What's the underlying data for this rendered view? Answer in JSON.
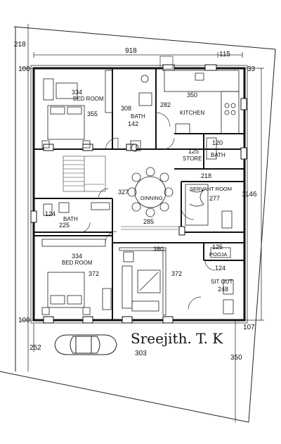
{
  "outer_dims": {
    "top_left": "218",
    "top_width": "918",
    "top_right_gap": "115",
    "left_top": "100",
    "right_top": "33",
    "right_height": "1146",
    "left_bottom": "100",
    "right_bottom": "107",
    "bottom_left": "252",
    "bottom_mid": "303",
    "bottom_right": "350"
  },
  "rooms": {
    "bed_room_1": {
      "name": "BED ROOM",
      "w": "334",
      "h": "355"
    },
    "bath_1": {
      "name": "BATH",
      "w": "308",
      "h": "142"
    },
    "kitchen": {
      "name": "KITCHEN",
      "w": "350",
      "h": "282"
    },
    "store": {
      "name": "STORE",
      "w": "125"
    },
    "bath_2": {
      "name": "BATH",
      "w": "120"
    },
    "dinning": {
      "name": "DINNING",
      "w": "327",
      "h": "285"
    },
    "servant_room": {
      "name": "SERVANT ROOM",
      "w": "218",
      "h": "277"
    },
    "bath_3": {
      "name": "BATH",
      "w": "124",
      "h": "225"
    },
    "bed_room_2": {
      "name": "BED ROOM",
      "w": "334",
      "h": "372"
    },
    "living": {
      "w": "380",
      "h": "372"
    },
    "pooja": {
      "name": "POOJA",
      "w": "125"
    },
    "sit_out": {
      "name": "SIT OUT",
      "w": "124",
      "h": "248"
    }
  },
  "signature": "Sreejith. T. K"
}
